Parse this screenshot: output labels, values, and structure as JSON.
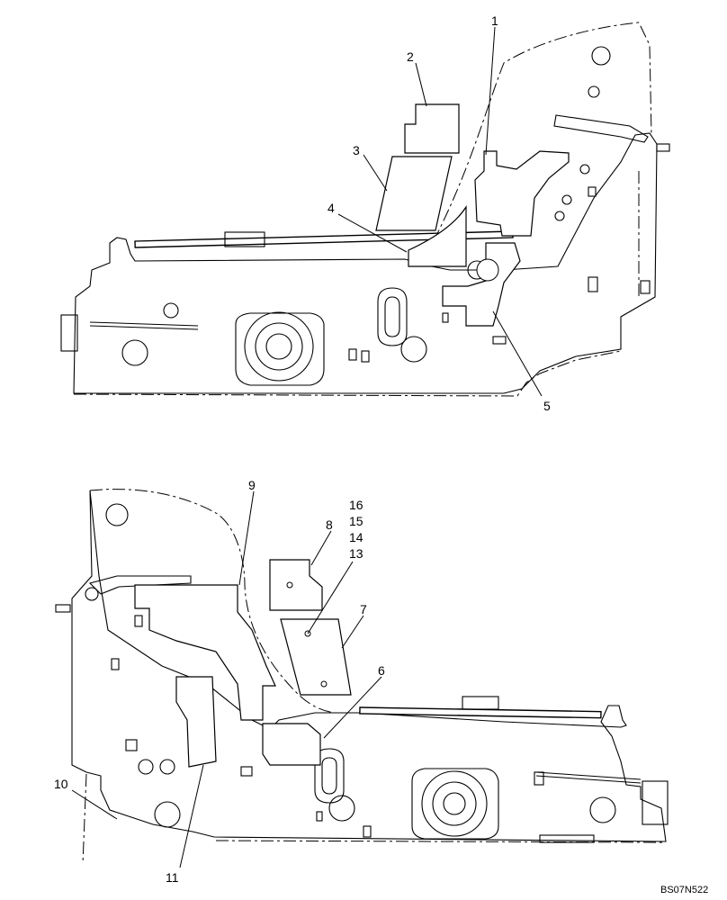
{
  "reference_code": "BS07N522",
  "callouts_top": [
    "1",
    "2",
    "3",
    "4",
    "5"
  ],
  "callouts_bottom": [
    "6",
    "7",
    "8",
    "9",
    "10",
    "11"
  ],
  "callout_stack": [
    "16",
    "15",
    "14",
    "13"
  ]
}
